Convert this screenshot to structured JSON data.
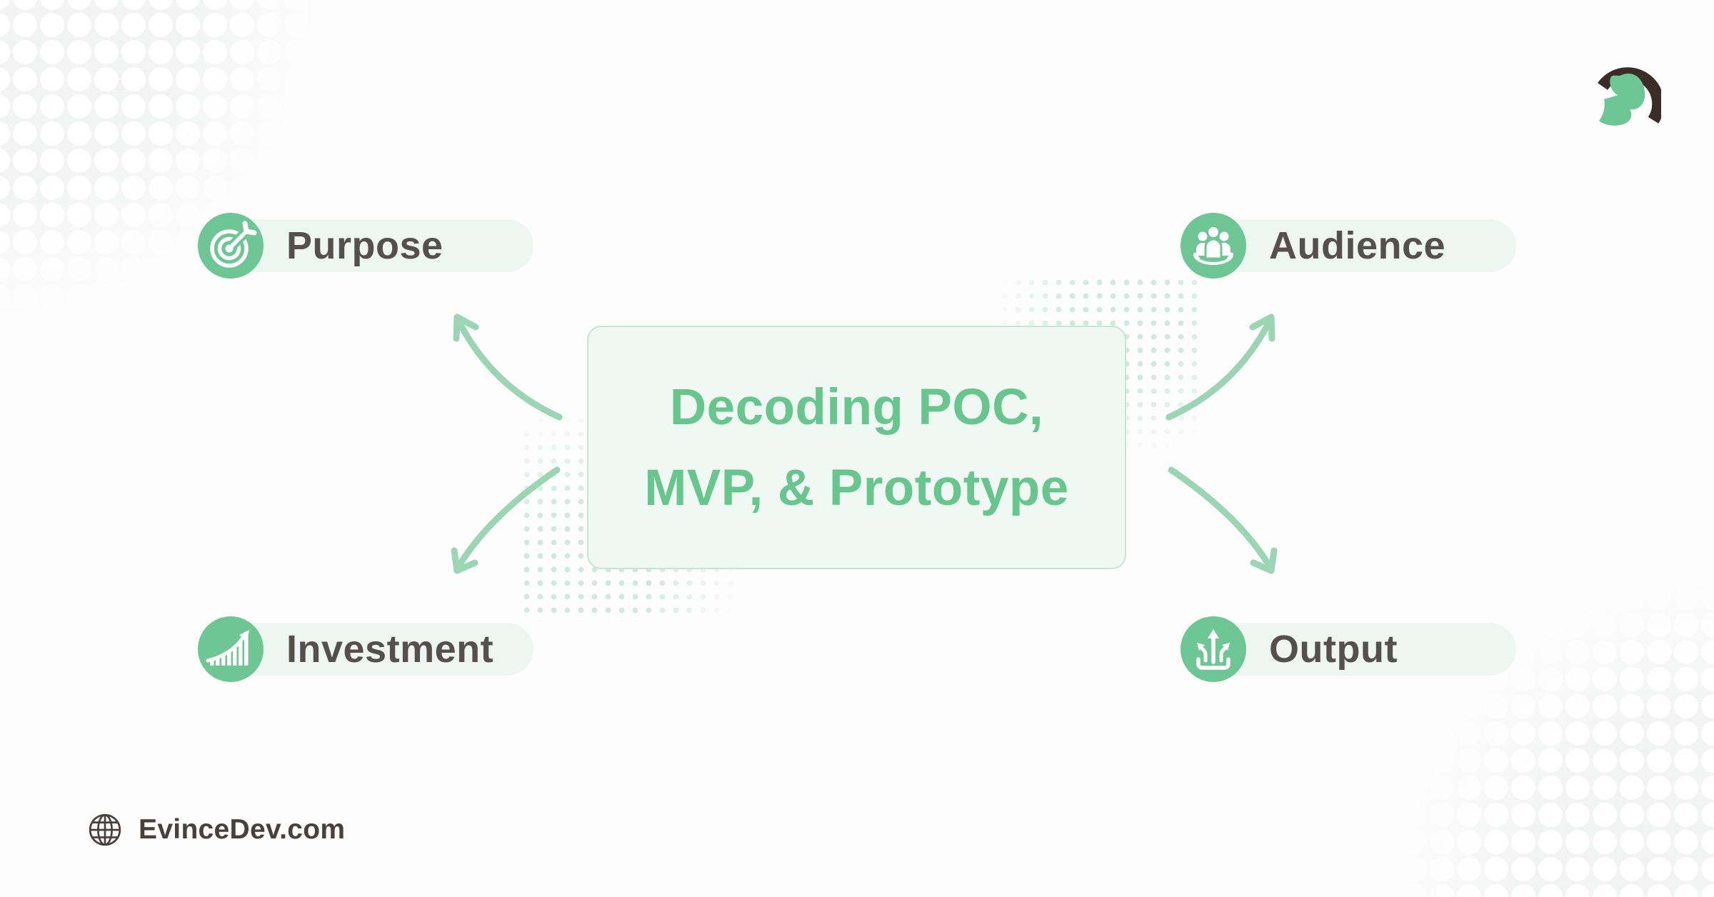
{
  "center": {
    "title_line1": "Decoding POC,",
    "title_line2": "MVP, & Prototype"
  },
  "nodes": [
    {
      "id": "purpose",
      "label": "Purpose",
      "icon": "target-icon",
      "position": "top-left"
    },
    {
      "id": "audience",
      "label": "Audience",
      "icon": "audience-icon",
      "position": "top-right"
    },
    {
      "id": "investment",
      "label": "Investment",
      "icon": "growth-chart-icon",
      "position": "bottom-left"
    },
    {
      "id": "output",
      "label": "Output",
      "icon": "output-tray-icon",
      "position": "bottom-right"
    }
  ],
  "footer": {
    "website": "EvinceDev.com",
    "icon": "globe-icon"
  },
  "brand": {
    "logo": "evincedev-spartan-helmet-logo"
  },
  "colors": {
    "green_primary": "#6ec695",
    "title_green": "#68c58e",
    "pill_bg": "#edf6f1",
    "pill_text": "#56504d",
    "box_bg": "#eff8f3",
    "box_border": "#c6e5d2",
    "arrow_green": "#9bd5b3",
    "dot_green": "#cfeadd",
    "corner_bg": "#f1f4f2",
    "logo_dark": "#3a2d28",
    "footer_text": "#493f3b",
    "page_bg": "#fdfdfd"
  }
}
